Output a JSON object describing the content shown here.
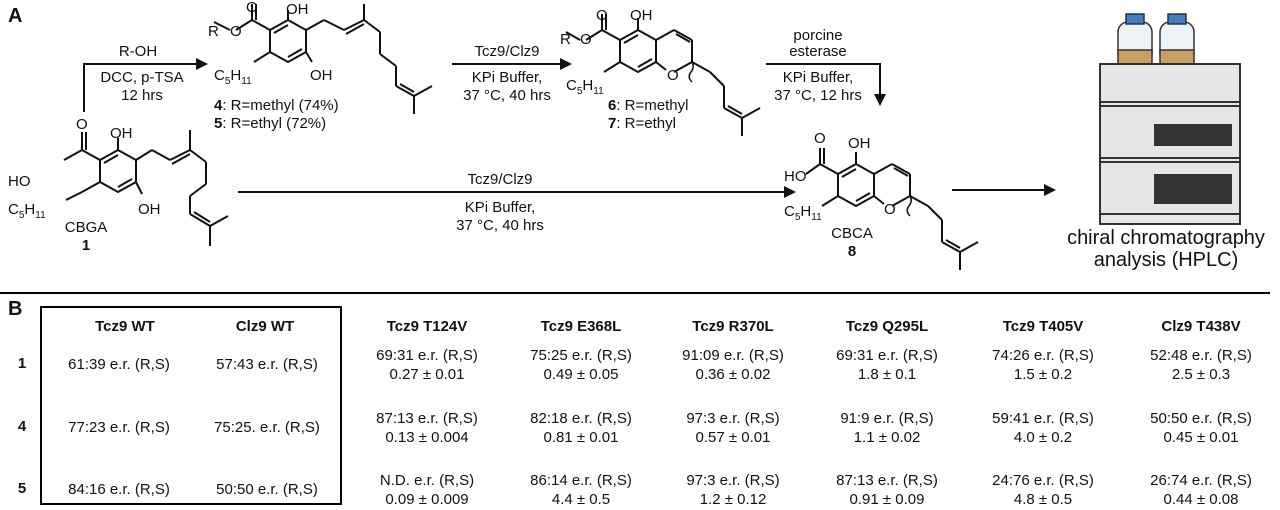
{
  "panel_a": {
    "label": "A",
    "step1_reagent": "R-OH",
    "step1_conditions_1": "DCC, p-TSA",
    "step1_conditions_2": "12 hrs",
    "compound4_num": "4",
    "compound4_text": ": R=methyl (74%)",
    "compound5_num": "5",
    "compound5_text": ": R=ethyl (72%)",
    "step2_enzyme": "Tcz9/Clz9",
    "step2_buffer": "KPi Buffer,",
    "step2_conditions": "37 °C, 40 hrs",
    "compound6_num": "6",
    "compound6_text": ": R=methyl",
    "compound7_num": "7",
    "compound7_text": ": R=ethyl",
    "step3_enzyme_1": "porcine",
    "step3_enzyme_2": "esterase",
    "step3_buffer": "KPi Buffer,",
    "step3_conditions": "37 °C, 12 hrs",
    "direct_enzyme": "Tcz9/Clz9",
    "direct_buffer": "KPi Buffer,",
    "direct_conditions": "37 °C, 40 hrs",
    "cbga_name": "CBGA",
    "cbga_num": "1",
    "cbca_name": "CBCA",
    "cbca_num": "8",
    "hplc_label_1": "chiral chromatography",
    "hplc_label_2": "analysis (HPLC)",
    "atoms": {
      "oh": "OH",
      "ho": "HO",
      "o": "O",
      "r": "R",
      "c5": "C",
      "c5_sub_5": "5",
      "c5_sub_11": "H",
      "c5_sub_11b": "11"
    }
  },
  "panel_b": {
    "label": "B",
    "wt_columns": [
      "Tcz9 WT",
      "Clz9 WT"
    ],
    "mutant_columns": [
      "Tcz9 T124V",
      "Tcz9 E368L",
      "Tcz9 R370L",
      "Tcz9 Q295L",
      "Tcz9 T405V",
      "Clz9 T438V"
    ],
    "rows": [
      {
        "label": "1",
        "wt": [
          "61:39 e.r. (R,S)",
          "57:43 e.r. (R,S)"
        ],
        "mutants": [
          {
            "er": "69:31 e.r. (R,S)",
            "value": "0.27 ± 0.01"
          },
          {
            "er": "75:25 e.r. (R,S)",
            "value": "0.49 ± 0.05"
          },
          {
            "er": "91:09 e.r. (R,S)",
            "value": "0.36 ± 0.02"
          },
          {
            "er": "69:31 e.r. (R,S)",
            "value": "1.8 ± 0.1"
          },
          {
            "er": "74:26 e.r. (R,S)",
            "value": "1.5 ± 0.2"
          },
          {
            "er": "52:48 e.r. (R,S)",
            "value": "2.5 ± 0.3"
          }
        ]
      },
      {
        "label": "4",
        "wt": [
          "77:23 e.r. (R,S)",
          "75:25. e.r. (R,S)"
        ],
        "mutants": [
          {
            "er": "87:13 e.r. (R,S)",
            "value": "0.13 ± 0.004"
          },
          {
            "er": "82:18 e.r. (R,S)",
            "value": "0.81 ± 0.01"
          },
          {
            "er": "97:3 e.r. (R,S)",
            "value": "0.57 ± 0.01"
          },
          {
            "er": "91:9 e.r. (R,S)",
            "value": "1.1 ± 0.02"
          },
          {
            "er": "59:41 e.r. (R,S)",
            "value": "4.0 ± 0.2"
          },
          {
            "er": "50:50 e.r. (R,S)",
            "value": "0.45 ± 0.01"
          }
        ]
      },
      {
        "label": "5",
        "wt": [
          "84:16 e.r. (R,S)",
          "50:50 e.r. (R,S)"
        ],
        "mutants": [
          {
            "er": "N.D. e.r. (R,S)",
            "value": "0.09 ± 0.009"
          },
          {
            "er": "86:14 e.r. (R,S)",
            "value": "4.4 ± 0.5"
          },
          {
            "er": "97:3 e.r. (R,S)",
            "value": "1.2 ± 0.12"
          },
          {
            "er": "87:13 e.r. (R,S)",
            "value": "0.91 ± 0.09"
          },
          {
            "er": "24:76 e.r. (R,S)",
            "value": "4.8 ± 0.5"
          },
          {
            "er": "26:74 e.r. (R,S)",
            "value": "0.44 ± 0.08"
          }
        ]
      }
    ]
  },
  "colors": {
    "ink": "#111111",
    "hplc_body": "#e6e6e6",
    "hplc_dark": "#333333",
    "bottle_cap": "#3a7dc9",
    "bottle_label": "#c8a060",
    "bottle_glass": "#eef3f8"
  }
}
